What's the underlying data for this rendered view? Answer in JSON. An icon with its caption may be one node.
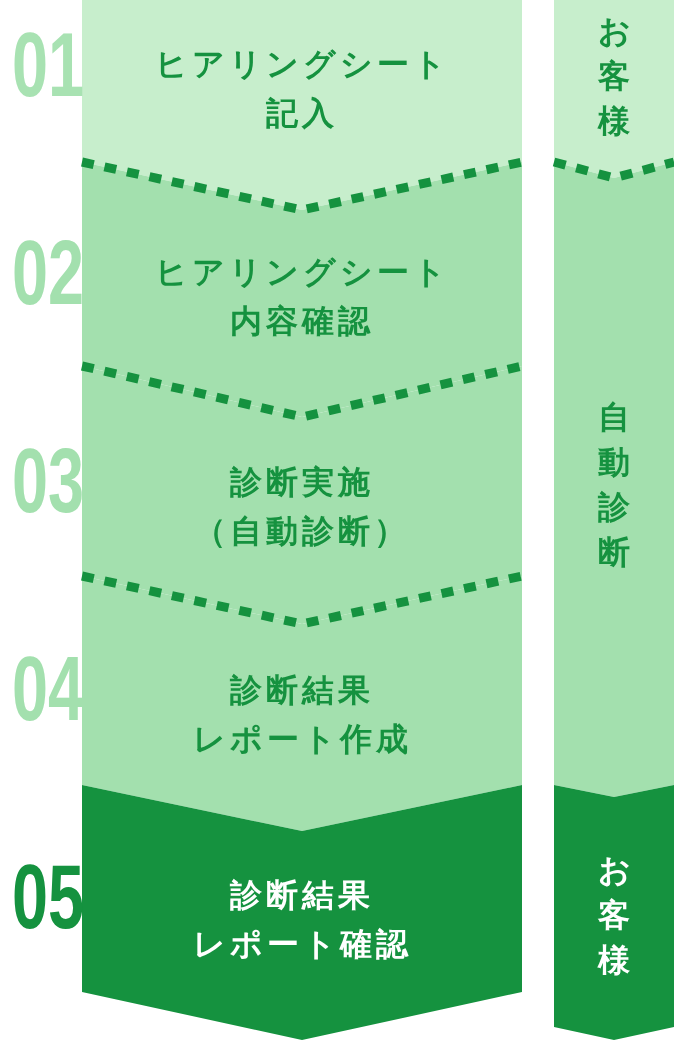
{
  "diagram": {
    "nodes": [
      {
        "text": [
          "ヒアリングシート記入"
        ],
        "beside": [
          "01"
        ]
      },
      {
        "text": [
          "ヒアリングシート内容確認"
        ],
        "beside": [
          "02"
        ]
      },
      {
        "text": [
          "診断実施（自動診断）"
        ],
        "beside": [
          "03"
        ]
      },
      {
        "text": [
          "診断結果レポート作成"
        ],
        "beside": [
          "04"
        ]
      },
      {
        "text": [
          "診断結果レポート確認"
        ],
        "beside": [
          "05"
        ]
      },
      {
        "text": [
          "お客様"
        ]
      },
      {
        "text": [
          "自動診断"
        ]
      },
      {
        "text": [
          "お客様"
        ]
      }
    ]
  }
}
